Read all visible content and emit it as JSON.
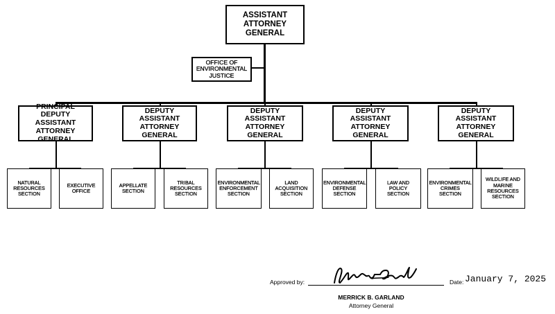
{
  "top": {
    "title": "ASSISTANT ATTORNEY GENERAL"
  },
  "staff": {
    "title": "OFFICE OF ENVIRONMENTAL JUSTICE"
  },
  "deputies": [
    {
      "title": "PRINCIPAL DEPUTY ASSISTANT ATTORNEY GENERAL",
      "sections": [
        "NATURAL RESOURCES SECTION",
        "EXECUTIVE OFFICE"
      ]
    },
    {
      "title": "DEPUTY ASSISTANT ATTORNEY GENERAL",
      "sections": [
        "APPELLATE SECTION",
        "TRIBAL RESOURCES SECTION"
      ]
    },
    {
      "title": "DEPUTY ASSISTANT ATTORNEY GENERAL",
      "sections": [
        "ENVIRONMENTAL ENFORCEMENT SECTION",
        "LAND ACQUISITION SECTION"
      ]
    },
    {
      "title": "DEPUTY ASSISTANT ATTORNEY GENERAL",
      "sections": [
        "ENVIRONMENTAL DEFENSE SECTION",
        "LAW AND POLICY SECTION"
      ]
    },
    {
      "title": "DEPUTY ASSISTANT ATTORNEY GENERAL",
      "sections": [
        "ENVIRONMENTAL CRIMES SECTION",
        "WILDLIFE AND MARINE RESOURCES SECTION"
      ]
    }
  ],
  "approval": {
    "approved_by_label": "Approved by:",
    "signature_text": "Merrick Garland",
    "date_label": "Date:",
    "date_value": "January 7, 2025",
    "signer_name": "MERRICK B. GARLAND",
    "signer_title": "Attorney General"
  }
}
